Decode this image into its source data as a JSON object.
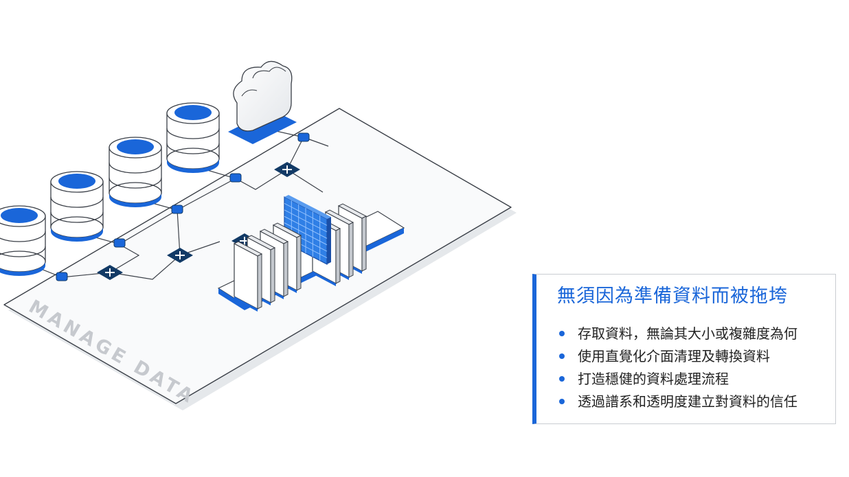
{
  "illustration": {
    "platform_label": "MANAGE DATA",
    "colors": {
      "accent": "#1a66d9",
      "navy": "#123a66",
      "outline": "#3a3f47",
      "panel": "#f4f5f7"
    }
  },
  "callout": {
    "title": "無須因為準備資料而被拖垮",
    "items": [
      {
        "text": "存取資料，無論其大小或複雜度為何"
      },
      {
        "text": "使用直覺化介面清理及轉換資料"
      },
      {
        "text": "打造穩健的資料處理流程"
      },
      {
        "text": "透過譜系和透明度建立對資料的信任"
      }
    ]
  }
}
